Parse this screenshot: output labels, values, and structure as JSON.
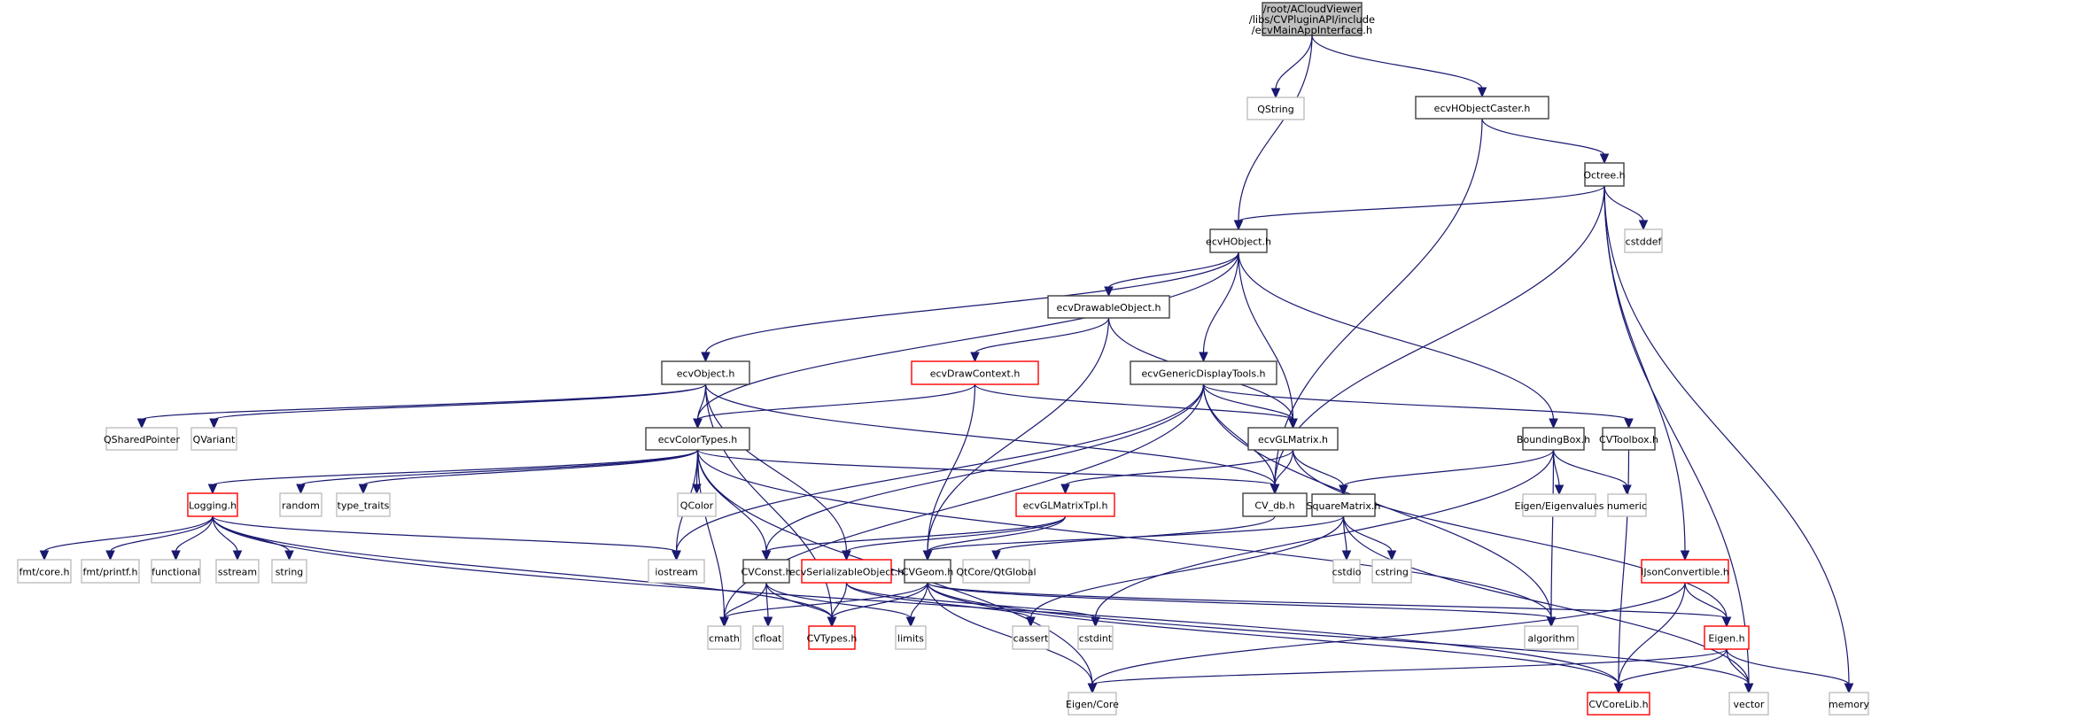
{
  "title": "Include dependency graph for ecvMainAppInterface.h",
  "colors": {
    "edge": "#191970",
    "root_fill": "#bfbfbf",
    "documented_border": "#404040",
    "external_border": "#bfbfbf",
    "truncated_border": "#ff0000"
  },
  "nodes": [
    {
      "id": "root",
      "label": [
        "/root/ACloudViewer",
        "/libs/CVPluginAPI/include",
        "/ecvMainAppInterface.h"
      ],
      "kind": "root"
    },
    {
      "id": "QString",
      "label": [
        "QString"
      ],
      "kind": "ext"
    },
    {
      "id": "ecvHObjectCaster",
      "label": [
        "ecvHObjectCaster.h"
      ],
      "kind": "doc"
    },
    {
      "id": "Octree",
      "label": [
        "Octree.h"
      ],
      "kind": "doc"
    },
    {
      "id": "cstddef",
      "label": [
        "cstddef"
      ],
      "kind": "ext"
    },
    {
      "id": "ecvHObject",
      "label": [
        "ecvHObject.h"
      ],
      "kind": "doc"
    },
    {
      "id": "ecvDrawableObject",
      "label": [
        "ecvDrawableObject.h"
      ],
      "kind": "doc"
    },
    {
      "id": "ecvObject",
      "label": [
        "ecvObject.h"
      ],
      "kind": "doc"
    },
    {
      "id": "ecvDrawContext",
      "label": [
        "ecvDrawContext.h"
      ],
      "kind": "trunc"
    },
    {
      "id": "ecvGenericDisplayTools",
      "label": [
        "ecvGenericDisplayTools.h"
      ],
      "kind": "doc"
    },
    {
      "id": "QSharedPointer",
      "label": [
        "QSharedPointer"
      ],
      "kind": "ext"
    },
    {
      "id": "QVariant",
      "label": [
        "QVariant"
      ],
      "kind": "ext"
    },
    {
      "id": "ecvColorTypes",
      "label": [
        "ecvColorTypes.h"
      ],
      "kind": "doc"
    },
    {
      "id": "ecvGLMatrix",
      "label": [
        "ecvGLMatrix.h"
      ],
      "kind": "doc"
    },
    {
      "id": "BoundingBox",
      "label": [
        "BoundingBox.h"
      ],
      "kind": "doc"
    },
    {
      "id": "CVToolbox",
      "label": [
        "CVToolbox.h"
      ],
      "kind": "doc"
    },
    {
      "id": "Logging",
      "label": [
        "Logging.h"
      ],
      "kind": "trunc"
    },
    {
      "id": "random",
      "label": [
        "random"
      ],
      "kind": "ext"
    },
    {
      "id": "type_traits",
      "label": [
        "type_traits"
      ],
      "kind": "ext"
    },
    {
      "id": "QColor",
      "label": [
        "QColor"
      ],
      "kind": "ext"
    },
    {
      "id": "ecvGLMatrixTpl",
      "label": [
        "ecvGLMatrixTpl.h"
      ],
      "kind": "trunc"
    },
    {
      "id": "CV_db",
      "label": [
        "CV_db.h"
      ],
      "kind": "doc"
    },
    {
      "id": "SquareMatrix",
      "label": [
        "SquareMatrix.h"
      ],
      "kind": "doc"
    },
    {
      "id": "EigenEigenvalues",
      "label": [
        "Eigen/Eigenvalues"
      ],
      "kind": "ext"
    },
    {
      "id": "numeric",
      "label": [
        "numeric"
      ],
      "kind": "ext"
    },
    {
      "id": "fmtcore",
      "label": [
        "fmt/core.h"
      ],
      "kind": "ext"
    },
    {
      "id": "fmtprintf",
      "label": [
        "fmt/printf.h"
      ],
      "kind": "ext"
    },
    {
      "id": "functional",
      "label": [
        "functional"
      ],
      "kind": "ext"
    },
    {
      "id": "sstream",
      "label": [
        "sstream"
      ],
      "kind": "ext"
    },
    {
      "id": "string",
      "label": [
        "string"
      ],
      "kind": "ext"
    },
    {
      "id": "iostream",
      "label": [
        "iostream"
      ],
      "kind": "ext"
    },
    {
      "id": "CVConst",
      "label": [
        "CVConst.h"
      ],
      "kind": "doc"
    },
    {
      "id": "ecvSerializableObject",
      "label": [
        "ecvSerializableObject.h"
      ],
      "kind": "trunc"
    },
    {
      "id": "CVGeom",
      "label": [
        "CVGeom.h"
      ],
      "kind": "doc"
    },
    {
      "id": "QtGlobal",
      "label": [
        "QtCore/QtGlobal"
      ],
      "kind": "ext"
    },
    {
      "id": "cstdio",
      "label": [
        "cstdio"
      ],
      "kind": "ext"
    },
    {
      "id": "cstring",
      "label": [
        "cstring"
      ],
      "kind": "ext"
    },
    {
      "id": "IJsonConvertible",
      "label": [
        "IJsonConvertible.h"
      ],
      "kind": "trunc"
    },
    {
      "id": "cmath",
      "label": [
        "cmath"
      ],
      "kind": "ext"
    },
    {
      "id": "cfloat",
      "label": [
        "cfloat"
      ],
      "kind": "ext"
    },
    {
      "id": "CVTypes",
      "label": [
        "CVTypes.h"
      ],
      "kind": "trunc"
    },
    {
      "id": "limits",
      "label": [
        "limits"
      ],
      "kind": "ext"
    },
    {
      "id": "cassert",
      "label": [
        "cassert"
      ],
      "kind": "ext"
    },
    {
      "id": "cstdint",
      "label": [
        "cstdint"
      ],
      "kind": "ext"
    },
    {
      "id": "algorithm",
      "label": [
        "algorithm"
      ],
      "kind": "ext"
    },
    {
      "id": "Eigen",
      "label": [
        "Eigen.h"
      ],
      "kind": "trunc"
    },
    {
      "id": "EigenCore",
      "label": [
        "Eigen/Core"
      ],
      "kind": "ext"
    },
    {
      "id": "CVCoreLib",
      "label": [
        "CVCoreLib.h"
      ],
      "kind": "trunc"
    },
    {
      "id": "vector",
      "label": [
        "vector"
      ],
      "kind": "ext"
    },
    {
      "id": "memory",
      "label": [
        "memory"
      ],
      "kind": "ext"
    }
  ],
  "edges": [
    [
      "root",
      "QString"
    ],
    [
      "root",
      "ecvHObjectCaster"
    ],
    [
      "root",
      "ecvHObject"
    ],
    [
      "ecvHObjectCaster",
      "Octree"
    ],
    [
      "ecvHObjectCaster",
      "CV_db"
    ],
    [
      "Octree",
      "ecvHObject"
    ],
    [
      "Octree",
      "cstddef"
    ],
    [
      "Octree",
      "CV_db"
    ],
    [
      "Octree",
      "IJsonConvertible"
    ],
    [
      "Octree",
      "vector"
    ],
    [
      "Octree",
      "memory"
    ],
    [
      "ecvHObject",
      "ecvObject"
    ],
    [
      "ecvHObject",
      "ecvDrawableObject"
    ],
    [
      "ecvHObject",
      "ecvColorTypes"
    ],
    [
      "ecvHObject",
      "ecvGenericDisplayTools"
    ],
    [
      "ecvHObject",
      "ecvGLMatrix"
    ],
    [
      "ecvHObject",
      "BoundingBox"
    ],
    [
      "ecvDrawableObject",
      "ecvDrawContext"
    ],
    [
      "ecvDrawableObject",
      "ecvGLMatrix"
    ],
    [
      "ecvDrawableObject",
      "CVGeom"
    ],
    [
      "ecvObject",
      "QSharedPointer"
    ],
    [
      "ecvObject",
      "QVariant"
    ],
    [
      "ecvObject",
      "ecvColorTypes"
    ],
    [
      "ecvObject",
      "CV_db"
    ],
    [
      "ecvObject",
      "ecvSerializableObject"
    ],
    [
      "ecvObject",
      "CVTypes"
    ],
    [
      "ecvDrawContext",
      "ecvColorTypes"
    ],
    [
      "ecvDrawContext",
      "ecvGLMatrix"
    ],
    [
      "ecvDrawContext",
      "CVGeom"
    ],
    [
      "ecvGenericDisplayTools",
      "ecvGLMatrix"
    ],
    [
      "ecvGenericDisplayTools",
      "CV_db"
    ],
    [
      "ecvGenericDisplayTools",
      "CVToolbox"
    ],
    [
      "ecvGenericDisplayTools",
      "iostream"
    ],
    [
      "ecvGenericDisplayTools",
      "CVConst"
    ],
    [
      "ecvGenericDisplayTools",
      "cmath"
    ],
    [
      "ecvGenericDisplayTools",
      "algorithm"
    ],
    [
      "ecvColorTypes",
      "Logging"
    ],
    [
      "ecvColorTypes",
      "random"
    ],
    [
      "ecvColorTypes",
      "type_traits"
    ],
    [
      "ecvColorTypes",
      "QColor"
    ],
    [
      "ecvColorTypes",
      "iostream"
    ],
    [
      "ecvColorTypes",
      "CVConst"
    ],
    [
      "ecvColorTypes",
      "cmath"
    ],
    [
      "ecvColorTypes",
      "CV_db"
    ],
    [
      "ecvColorTypes",
      "algorithm"
    ],
    [
      "ecvColorTypes",
      "EigenCore"
    ],
    [
      "ecvGLMatrix",
      "ecvGLMatrixTpl"
    ],
    [
      "ecvGLMatrix",
      "CV_db"
    ],
    [
      "ecvGLMatrix",
      "SquareMatrix"
    ],
    [
      "ecvGLMatrix",
      "Eigen"
    ],
    [
      "BoundingBox",
      "SquareMatrix"
    ],
    [
      "BoundingBox",
      "EigenEigenvalues"
    ],
    [
      "BoundingBox",
      "numeric"
    ],
    [
      "BoundingBox",
      "algorithm"
    ],
    [
      "BoundingBox",
      "cstdint"
    ],
    [
      "CVToolbox",
      "CVCoreLib"
    ],
    [
      "Logging",
      "fmtcore"
    ],
    [
      "Logging",
      "fmtprintf"
    ],
    [
      "Logging",
      "functional"
    ],
    [
      "Logging",
      "sstream"
    ],
    [
      "Logging",
      "string"
    ],
    [
      "Logging",
      "iostream"
    ],
    [
      "Logging",
      "CVTypes"
    ],
    [
      "Logging",
      "CVCoreLib"
    ],
    [
      "ecvGLMatrixTpl",
      "CVConst"
    ],
    [
      "ecvGLMatrixTpl",
      "ecvSerializableObject"
    ],
    [
      "ecvGLMatrixTpl",
      "CVGeom"
    ],
    [
      "CV_db",
      "QtGlobal"
    ],
    [
      "SquareMatrix",
      "CVGeom"
    ],
    [
      "SquareMatrix",
      "cstdio"
    ],
    [
      "SquareMatrix",
      "cstring"
    ],
    [
      "SquareMatrix",
      "cassert"
    ],
    [
      "SquareMatrix",
      "vector"
    ],
    [
      "CVConst",
      "cmath"
    ],
    [
      "CVConst",
      "cfloat"
    ],
    [
      "CVConst",
      "CVTypes"
    ],
    [
      "CVConst",
      "limits"
    ],
    [
      "ecvSerializableObject",
      "CVTypes"
    ],
    [
      "ecvSerializableObject",
      "cassert"
    ],
    [
      "ecvSerializableObject",
      "cstdint"
    ],
    [
      "CVGeom",
      "cmath"
    ],
    [
      "CVGeom",
      "CVTypes"
    ],
    [
      "CVGeom",
      "limits"
    ],
    [
      "CVGeom",
      "algorithm"
    ],
    [
      "CVGeom",
      "Eigen"
    ],
    [
      "CVGeom",
      "EigenCore"
    ],
    [
      "CVGeom",
      "CVCoreLib"
    ],
    [
      "CVGeom",
      "vector"
    ],
    [
      "IJsonConvertible",
      "Eigen"
    ],
    [
      "IJsonConvertible",
      "CVCoreLib"
    ],
    [
      "IJsonConvertible",
      "EigenCore"
    ],
    [
      "Eigen",
      "EigenCore"
    ],
    [
      "Eigen",
      "CVCoreLib"
    ],
    [
      "Eigen",
      "vector"
    ],
    [
      "Eigen",
      "memory"
    ]
  ]
}
